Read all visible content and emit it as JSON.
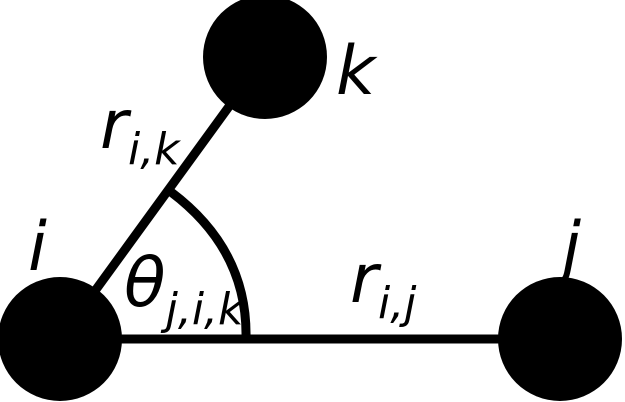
{
  "diagram": {
    "atoms": {
      "i": "i",
      "j": "j",
      "k": "k"
    },
    "distances": {
      "ik": {
        "symbol": "r",
        "subscript": "i,k"
      },
      "ij": {
        "symbol": "r",
        "subscript": "i,j"
      }
    },
    "angle": {
      "symbol": "θ",
      "subscript": "j,i,k"
    },
    "colors": {
      "foreground": "#000000",
      "background": "#ffffff"
    }
  }
}
